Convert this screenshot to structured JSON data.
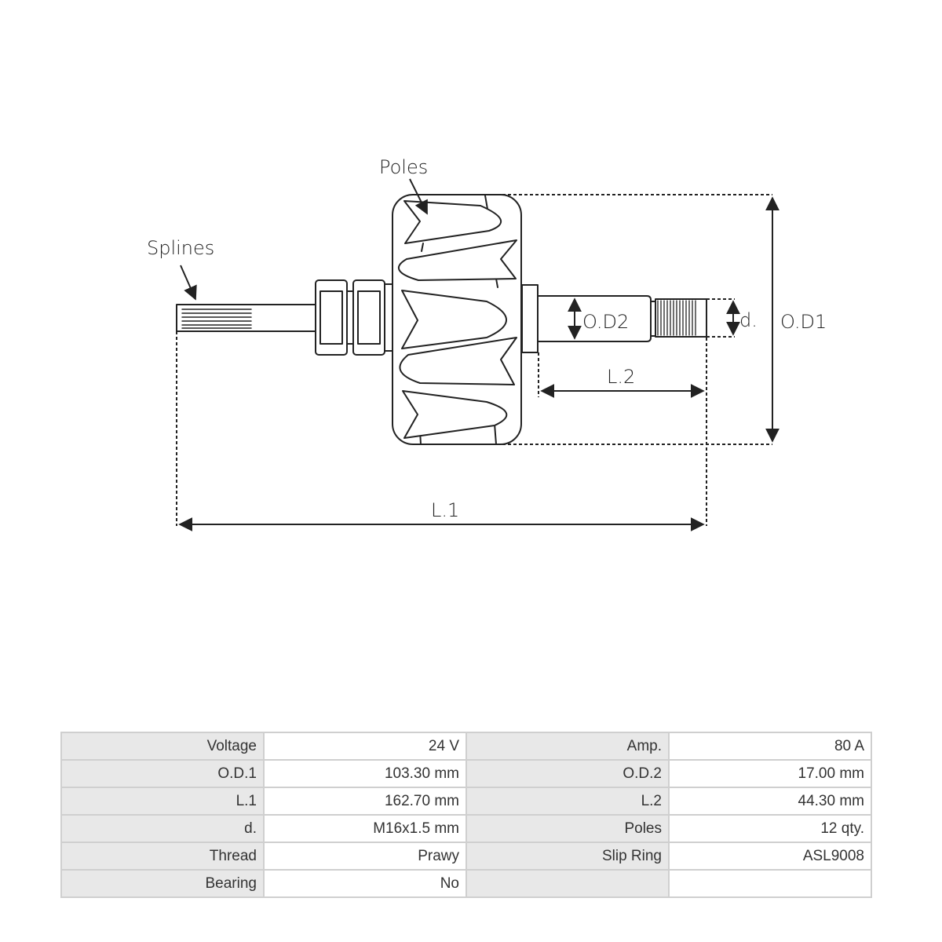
{
  "drawing": {
    "labels": {
      "poles": "Poles",
      "splines": "Splines",
      "od2": "O.D2",
      "d": "d.",
      "od1": "O.D1",
      "l2": "L.2",
      "l1": "L.1"
    }
  },
  "spec_table": {
    "rows": [
      [
        {
          "label": "Voltage",
          "value": "24 V"
        },
        {
          "label": "Amp.",
          "value": "80 A"
        }
      ],
      [
        {
          "label": "O.D.1",
          "value": "103.30 mm"
        },
        {
          "label": "O.D.2",
          "value": "17.00 mm"
        }
      ],
      [
        {
          "label": "L.1",
          "value": "162.70 mm"
        },
        {
          "label": "L.2",
          "value": "44.30 mm"
        }
      ],
      [
        {
          "label": "d.",
          "value": "M16x1.5 mm"
        },
        {
          "label": "Poles",
          "value": "12 qty."
        }
      ],
      [
        {
          "label": "Thread",
          "value": "Prawy"
        },
        {
          "label": "Slip Ring",
          "value": "ASL9008"
        }
      ],
      [
        {
          "label": "Bearing",
          "value": "No"
        },
        {
          "label": "",
          "value": ""
        }
      ]
    ]
  }
}
